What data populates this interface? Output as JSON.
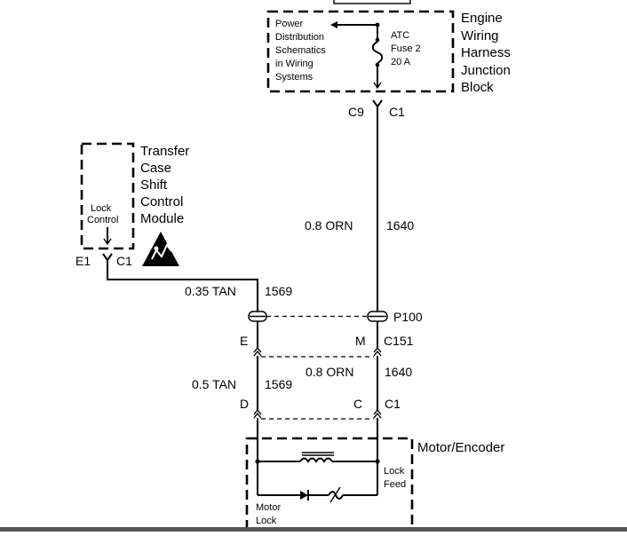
{
  "engine_block": {
    "pd_text": [
      "Power",
      "Distribution",
      "Schematics",
      "in Wiring",
      "Systems"
    ],
    "fuse_text": [
      "ATC",
      "Fuse 2",
      "20 A"
    ],
    "title": [
      "Engine",
      "Wiring",
      "Harness",
      "Junction",
      "Block"
    ]
  },
  "tccm": {
    "title": [
      "Transfer",
      "Case",
      "Shift",
      "Control",
      "Module"
    ],
    "inner_text": [
      "Lock",
      "Control"
    ],
    "pin": "E1",
    "connector": "C1",
    "esd_icon": "esd-warning-icon"
  },
  "wires": {
    "c9": "C9",
    "c9_conn": "C1",
    "orn_gauge_upper": "0.8 ORN",
    "orn_circuit_upper": "1640",
    "tan_gauge_upper": "0.35 TAN",
    "tan_circuit_upper": "1569",
    "splice": "P100",
    "pin_e": "E",
    "pin_m": "M",
    "c151": "C151",
    "orn_gauge_lower": "0.8 ORN",
    "orn_circuit_lower": "1640",
    "tan_gauge_lower": "0.5 TAN",
    "tan_circuit_lower": "1569",
    "pin_d": "D",
    "pin_c": "C",
    "motor_conn": "C1"
  },
  "motor": {
    "title": "Motor/Encoder",
    "feed_label": [
      "Lock",
      "Feed"
    ],
    "motor_label": [
      "Motor",
      "Lock"
    ]
  }
}
